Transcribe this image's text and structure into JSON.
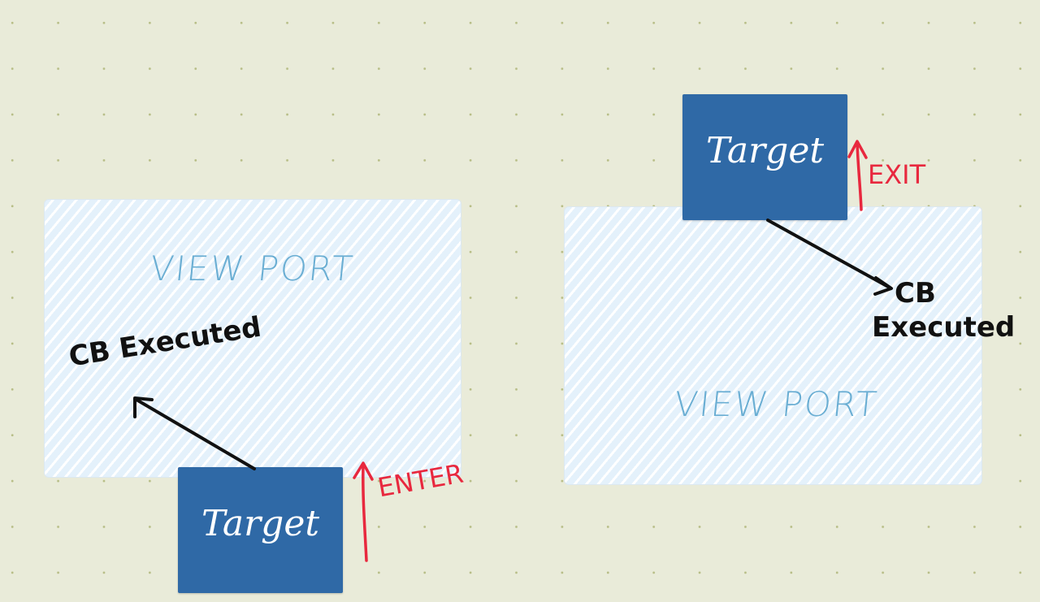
{
  "left_panel": {
    "viewport_label": "VIEW PORT",
    "callback_text": "CB Executed",
    "target_label": "Target",
    "direction_label": "ENTER"
  },
  "right_panel": {
    "viewport_label": "VIEW PORT",
    "callback_line1": "CB",
    "callback_line2": "Executed",
    "target_label": "Target",
    "direction_label": "EXIT"
  },
  "colors": {
    "background": "#e9ebd9",
    "viewport_fill": "#e4f1fb",
    "viewport_text": "#6aaed3",
    "target_fill": "#2f69a6",
    "arrow_black": "#111111",
    "arrow_red": "#e8283e"
  }
}
